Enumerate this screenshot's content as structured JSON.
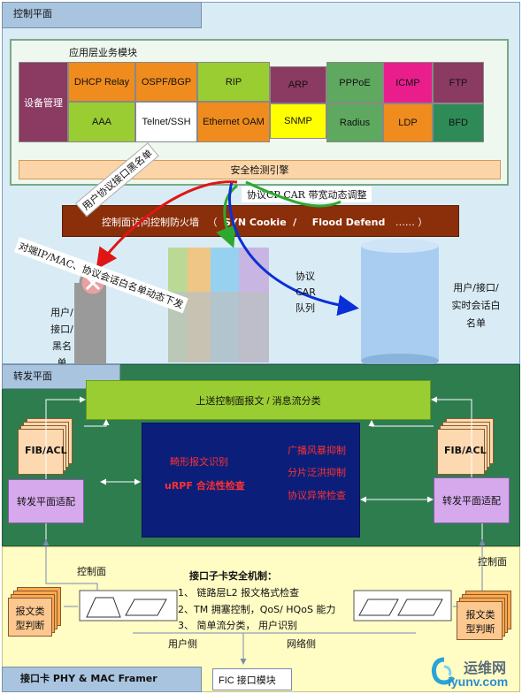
{
  "control_plane": {
    "label": "控制平面",
    "app_section_label": "应用层业务模块",
    "modules": [
      {
        "label": "设备管理",
        "color": "#8b3a62"
      },
      {
        "label": "DHCP Relay",
        "color": "#f08c1e"
      },
      {
        "label": "OSPF/BGP",
        "color": "#f08c1e"
      },
      {
        "label": "RIP",
        "color": "#9acd32"
      },
      {
        "label": "ARP",
        "color": "#8b3a62"
      },
      {
        "label": "PPPoE",
        "color": "#5fa85f"
      },
      {
        "label": "ICMP",
        "color": "#e91e8c"
      },
      {
        "label": "FTP",
        "color": "#8b3a62"
      },
      {
        "label": "AAA",
        "color": "#9acd32"
      },
      {
        "label": "Telnet/SSH",
        "color": "#ffffff"
      },
      {
        "label": "Ethernet OAM",
        "color": "#f08c1e"
      },
      {
        "label": "SNMP",
        "color": "#ffff00"
      },
      {
        "label": "Radius",
        "color": "#5fa85f"
      },
      {
        "label": "LDP",
        "color": "#f08c1e"
      },
      {
        "label": "BFD",
        "color": "#2e8b57"
      }
    ],
    "security_engine": "安全检测引擎",
    "cp_car_adjust": "协议CP CAR 带宽动态调整",
    "firewall": {
      "title": "控制面访问控制防火墙",
      "paren_open": "（",
      "syn": "SYN Cookie",
      "sep": "/",
      "flood": "Flood Defend",
      "dots": "……",
      "paren_close": "）"
    },
    "blacklist_label": "用户协议接口黑名单",
    "whitelist_label": "对端IP/MAC、协议会话白名单动态下发",
    "blacklist_queue": "用户/接口/黑名单",
    "car_queue": "协议CAR队列",
    "whitelist_queue": "用户/接口/实时会话白名单"
  },
  "forwarding_plane": {
    "label": "转发平面",
    "upload": "上送控制面报文 / 消息流分类",
    "fib_acl_left": "FIB/ACL",
    "fib_acl_right": "FIB/ACL",
    "adapter_left": "转发平面适配",
    "adapter_right": "转发平面适配",
    "center_left": [
      "畸形报文识别",
      "uRPF 合法性检查"
    ],
    "center_right": [
      "广播风暴抑制",
      "分片泛洪抑制",
      "协议异常检查"
    ]
  },
  "interface_card": {
    "control_left": "控制面",
    "control_right": "控制面",
    "title": "接口子卡安全机制：",
    "items": [
      "1、 链路层L2 报文格式检查",
      "2、TM 拥塞控制，QoS/ HQoS 能力",
      "3、 简单流分类， 用户识别"
    ],
    "classify_left": "报文类型判断",
    "classify_right": "报文类型判断",
    "user_side": "用户侧",
    "network_side": "网络侧",
    "card_label": "接口卡 PHY & MAC Framer",
    "fic_label": "FIC 接口模块"
  },
  "watermark": {
    "cn": "运维网",
    "url": "iyunv.com"
  }
}
